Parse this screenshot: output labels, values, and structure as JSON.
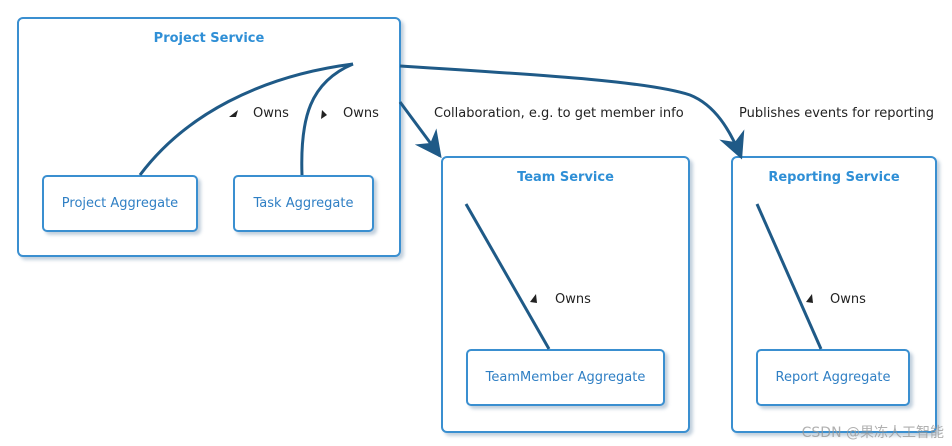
{
  "services": {
    "project": {
      "title": "Project Service"
    },
    "team": {
      "title": "Team Service"
    },
    "reporting": {
      "title": "Reporting Service"
    }
  },
  "aggregates": {
    "project": "Project Aggregate",
    "task": "Task Aggregate",
    "team_member": "TeamMember Aggregate",
    "report": "Report Aggregate"
  },
  "edges": {
    "owns": "Owns",
    "collaboration": "Collaboration, e.g. to get member info",
    "publishes": "Publishes events for reporting"
  },
  "watermark": "CSDN @果冻人工智能",
  "colors": {
    "border": "#3a8fd0",
    "title": "#2f8fd6",
    "edge": "#1f5a87",
    "label": "#222222"
  }
}
